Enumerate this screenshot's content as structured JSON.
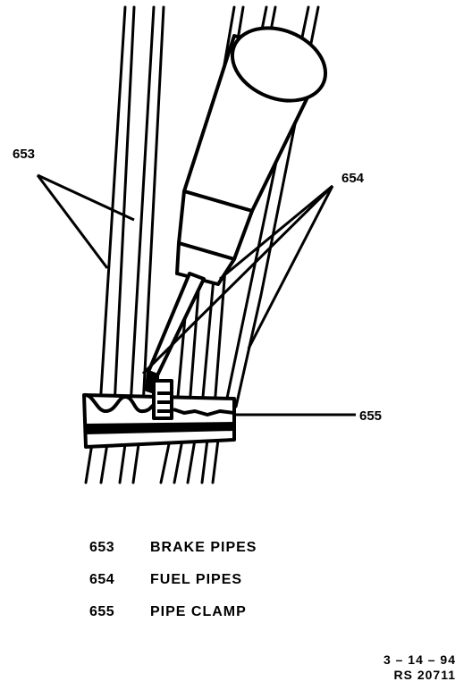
{
  "callouts": {
    "c653": "653",
    "c654": "654",
    "c655": "655"
  },
  "legend": [
    {
      "number": "653",
      "description": "BRAKE PIPES"
    },
    {
      "number": "654",
      "description": "FUEL PIPES"
    },
    {
      "number": "655",
      "description": "PIPE CLAMP"
    }
  ],
  "footer": {
    "date": "3 – 14 – 94",
    "ref": "RS 20711"
  },
  "colors": {
    "ink": "#000000",
    "paper": "#ffffff"
  }
}
